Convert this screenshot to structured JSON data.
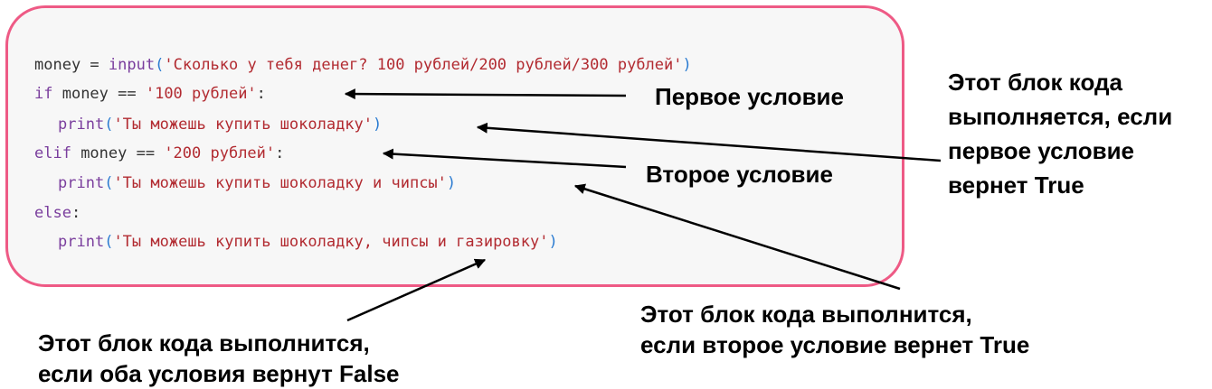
{
  "code": {
    "line1": {
      "var": "money",
      "eq": " = ",
      "fn": "input",
      "open": "(",
      "str": "'Сколько у тебя денег? 100 рублей/200 рублей/300 рублей'",
      "close": ")"
    },
    "line2": {
      "kw": "if",
      "rest": " money == ",
      "str": "'100 рублей'",
      "colon": ":"
    },
    "line3": {
      "fn": "print",
      "open": "(",
      "str": "'Ты можешь купить шоколадку'",
      "close": ")"
    },
    "line4": {
      "kw": "elif",
      "rest": " money == ",
      "str": "'200 рублей'",
      "colon": ":"
    },
    "line5": {
      "fn": "print",
      "open": "(",
      "str": "'Ты можешь купить шоколадку и чипсы'",
      "close": ")"
    },
    "line6": {
      "kw": "else",
      "colon": ":"
    },
    "line7": {
      "fn": "print",
      "open": "(",
      "str": "'Ты можешь купить шоколадку, чипсы и газировку'",
      "close": ")"
    }
  },
  "annotations": {
    "first_condition": "Первое условие",
    "second_condition": "Второе условие",
    "block_if_first": [
      "Этот блок кода",
      "выполняется, если",
      "первое условие",
      "вернет True"
    ],
    "block_if_second": [
      "Этот блок кода выполнится,",
      "если второе условие вернет True"
    ],
    "block_else": [
      "Этот блок кода выполнится,",
      "если оба условия вернут False"
    ]
  },
  "colors": {
    "border": "#ee5a85",
    "keyword": "#7a3e9d",
    "string": "#b22b31",
    "paren": "#2a7bd1",
    "text": "#333333",
    "arrow": "#000000"
  }
}
